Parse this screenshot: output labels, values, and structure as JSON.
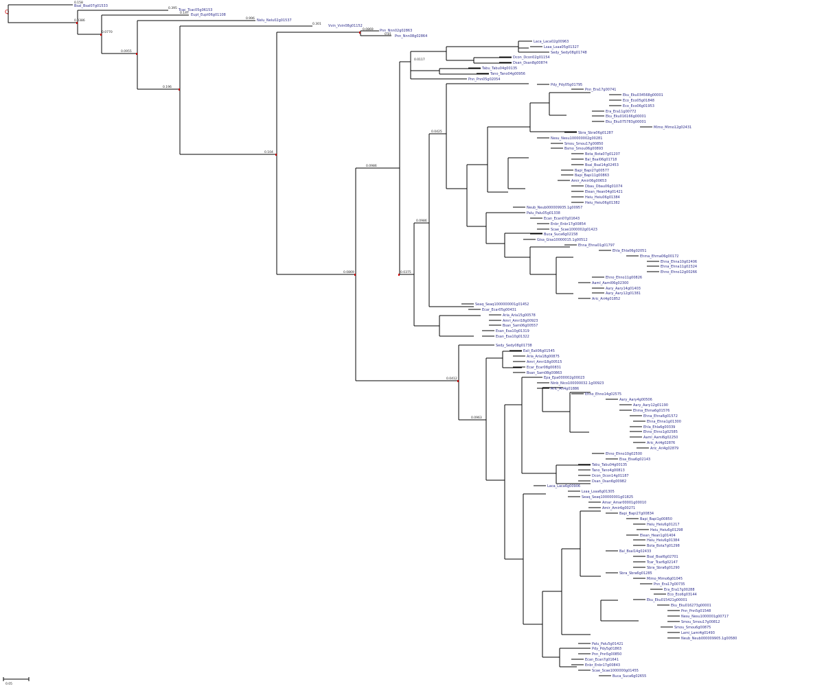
{
  "tree": {
    "root_label": "Q",
    "top_labels": [
      {
        "sup": "0.158",
        "label": "Bsal_Bsal07g01533"
      },
      {
        "sup": "0.395",
        "label": "Tcac_Tcac05g06153"
      },
      {
        "sup": "0.147",
        "label": "Eupt_Eupt06g01108"
      },
      {
        "sup": "0.996",
        "label": "Nelu_Nelu02g01537"
      },
      {
        "sup": "0.301",
        "label": "Vvin_Vvin08g01152"
      },
      {
        "sup": "0.0869",
        "label": "Pnn_Nnn02g02863"
      },
      {
        "sup": "0.81",
        "label": "Pnn_Nnn08g02864"
      }
    ],
    "inner_support": [
      "0.0386",
      "0.0770",
      "0.0955",
      "0.196",
      "0.104",
      "0.0869",
      "0.0986",
      "0.0412",
      "0.0375",
      "0.0117",
      "0.0986",
      "0.0425",
      "0.0963"
    ],
    "leaves_upper": [
      "Laca_Laca02g00963",
      "Lsaa_Lsaa05g01327",
      "Sedy_Sedy08g01748",
      "Dcon_Dcon02g01154",
      "Dsan_Dsan8g00874",
      "Tabu_Tabu04g00135",
      "Tano_Tano04g00956",
      "Pnn_Pnn05g02054",
      "Pdy_Pdy05g01795",
      "Pnn_Era17g00741",
      "Eku_Eku034568g00001",
      "Eco_Eco05g01848",
      "Eco_Eco06g01953",
      "Era_Era11g00772",
      "Eku_Eku016166g00001",
      "Eku_Eku075783g00001",
      "Mimo_Mimo12g02431",
      "Sbra_Sbra06g01287",
      "Nesu_Nesu100000002g00281",
      "Smou_Smou17g00850",
      "Bsmo_Smou06g00893",
      "Bota_Bota07g01207",
      "Bal_Bsal06g01718",
      "Bsal_Bsal14g02453",
      "Bapi_Bapi27g00577",
      "Bapi_Bapi11g00863",
      "Amir_Amir06g00653",
      "Dbau_Dbau06g01074",
      "Elean_Hean04g01421",
      "Heiu_Heiu06g01384",
      "Heiu_Heiu06g01382",
      "Neub_Neub000009935.1g00957",
      "Palu_Palu05g01338",
      "Ecan_Ecan07g01643",
      "Enbr_Enbr17g00854",
      "Scae_Scae1000002g01423",
      "Buca_Suca6g02158",
      "Gisa_Gisa10000015.1g00512",
      "Ehna_Ehna01g01797",
      "Ehla_Ehla06g02051",
      "Ehma_Ehma06g00172",
      "Ehna_Ehna10g02406",
      "Ehna_Ehna11g02324",
      "Ehno_Ehno12g00266",
      "Ehno_Ehno11g00826",
      "Aaml_Aaml06g02300",
      "Aary_Aary14g01403",
      "Aary_Aary12g01381",
      "Aric_Ari4g01852",
      "Seaq_Seaq1000000001g01452",
      "Ecar_Ecar05g00431",
      "Aria_Aria15g00578",
      "Amri_Amri18g00923",
      "Bsan_Sam06g00557",
      "Esan_Esa10g01319",
      "Esan_Esa10g01322"
    ],
    "leaves_lower": [
      "Sedy_Sedy08g01738",
      "Eali_Eali06g01545",
      "Aria_Aria18g00875",
      "Amri_Amri18g00515",
      "Ecar_Ecar08g00831",
      "Bsan_Sam08g00863",
      "Epa_Epa000002g00023",
      "Ninb_Nico100000032.1g00923",
      "Aric_Ari4g01886",
      "Ehno_Ehno14g02575",
      "Aary_Aary4g00506",
      "Aary_Aary12g01190",
      "Ehma_Ehma6g01576",
      "Ehna_Ehna6g01572",
      "Ehna_Ehna1g01300",
      "Ehla_Ehla6g00339",
      "Ehno_Ehno1g02585",
      "Aaml_Aaml6g02250",
      "Aric_Ari4g02876",
      "Aric_Ari4g02879",
      "Ehno_Ehno10g02500",
      "Eisa_Eisa6g02143",
      "Tabu_Tabu04g00135",
      "Tano_Tano4g00813",
      "Dcon_Dcon14g01187",
      "Dsan_Dsan6g00982",
      "Laca_Laca6g00906",
      "Lsaa_Lsaa6g01305",
      "Seaq_Seaq100000001g01825",
      "Amar_Amar00001g00010",
      "Amir_Amir6g00271",
      "Bapi_Bapi27g00834",
      "Bapi_Bapi1g00850",
      "Heiu_Heiu6g01217",
      "Heiu_Heiu6g01298",
      "Elean_Hean1g01404",
      "Heiu_Heiu6g01384",
      "Bota_Bota7g01298",
      "Bal_Bsal14g02433",
      "Bsal_Bsal6g02701",
      "Tcar_Tcar6g02147",
      "Sbra_Sbra6g01290",
      "Sbra_Sbra6g01285",
      "Mimo_Mimo6g01045",
      "Pnn_Era17g00735",
      "Era_Era17g00288",
      "Eco_Eco6g03144",
      "Eku_Eku015421g00001",
      "Eku_Eku016273g00001",
      "Pnn_Pnn5g01548",
      "Nesu_Nesu1000001g00717",
      "Smou_Smou17g00812",
      "Smou_Smou6g00875",
      "Lami_Lami4g01493",
      "Neub_Neub000009905.1g00580",
      "Palu_Palu5g01421",
      "Pdy_Pdy5g01863",
      "Pnn_Pnn5g00850",
      "Ecan_Ecan7g01641",
      "Enbr_Enbr17g00843",
      "Scae_Scae1000000g01455",
      "Buca_Suca6g02655"
    ],
    "scale_label": "0.05"
  }
}
